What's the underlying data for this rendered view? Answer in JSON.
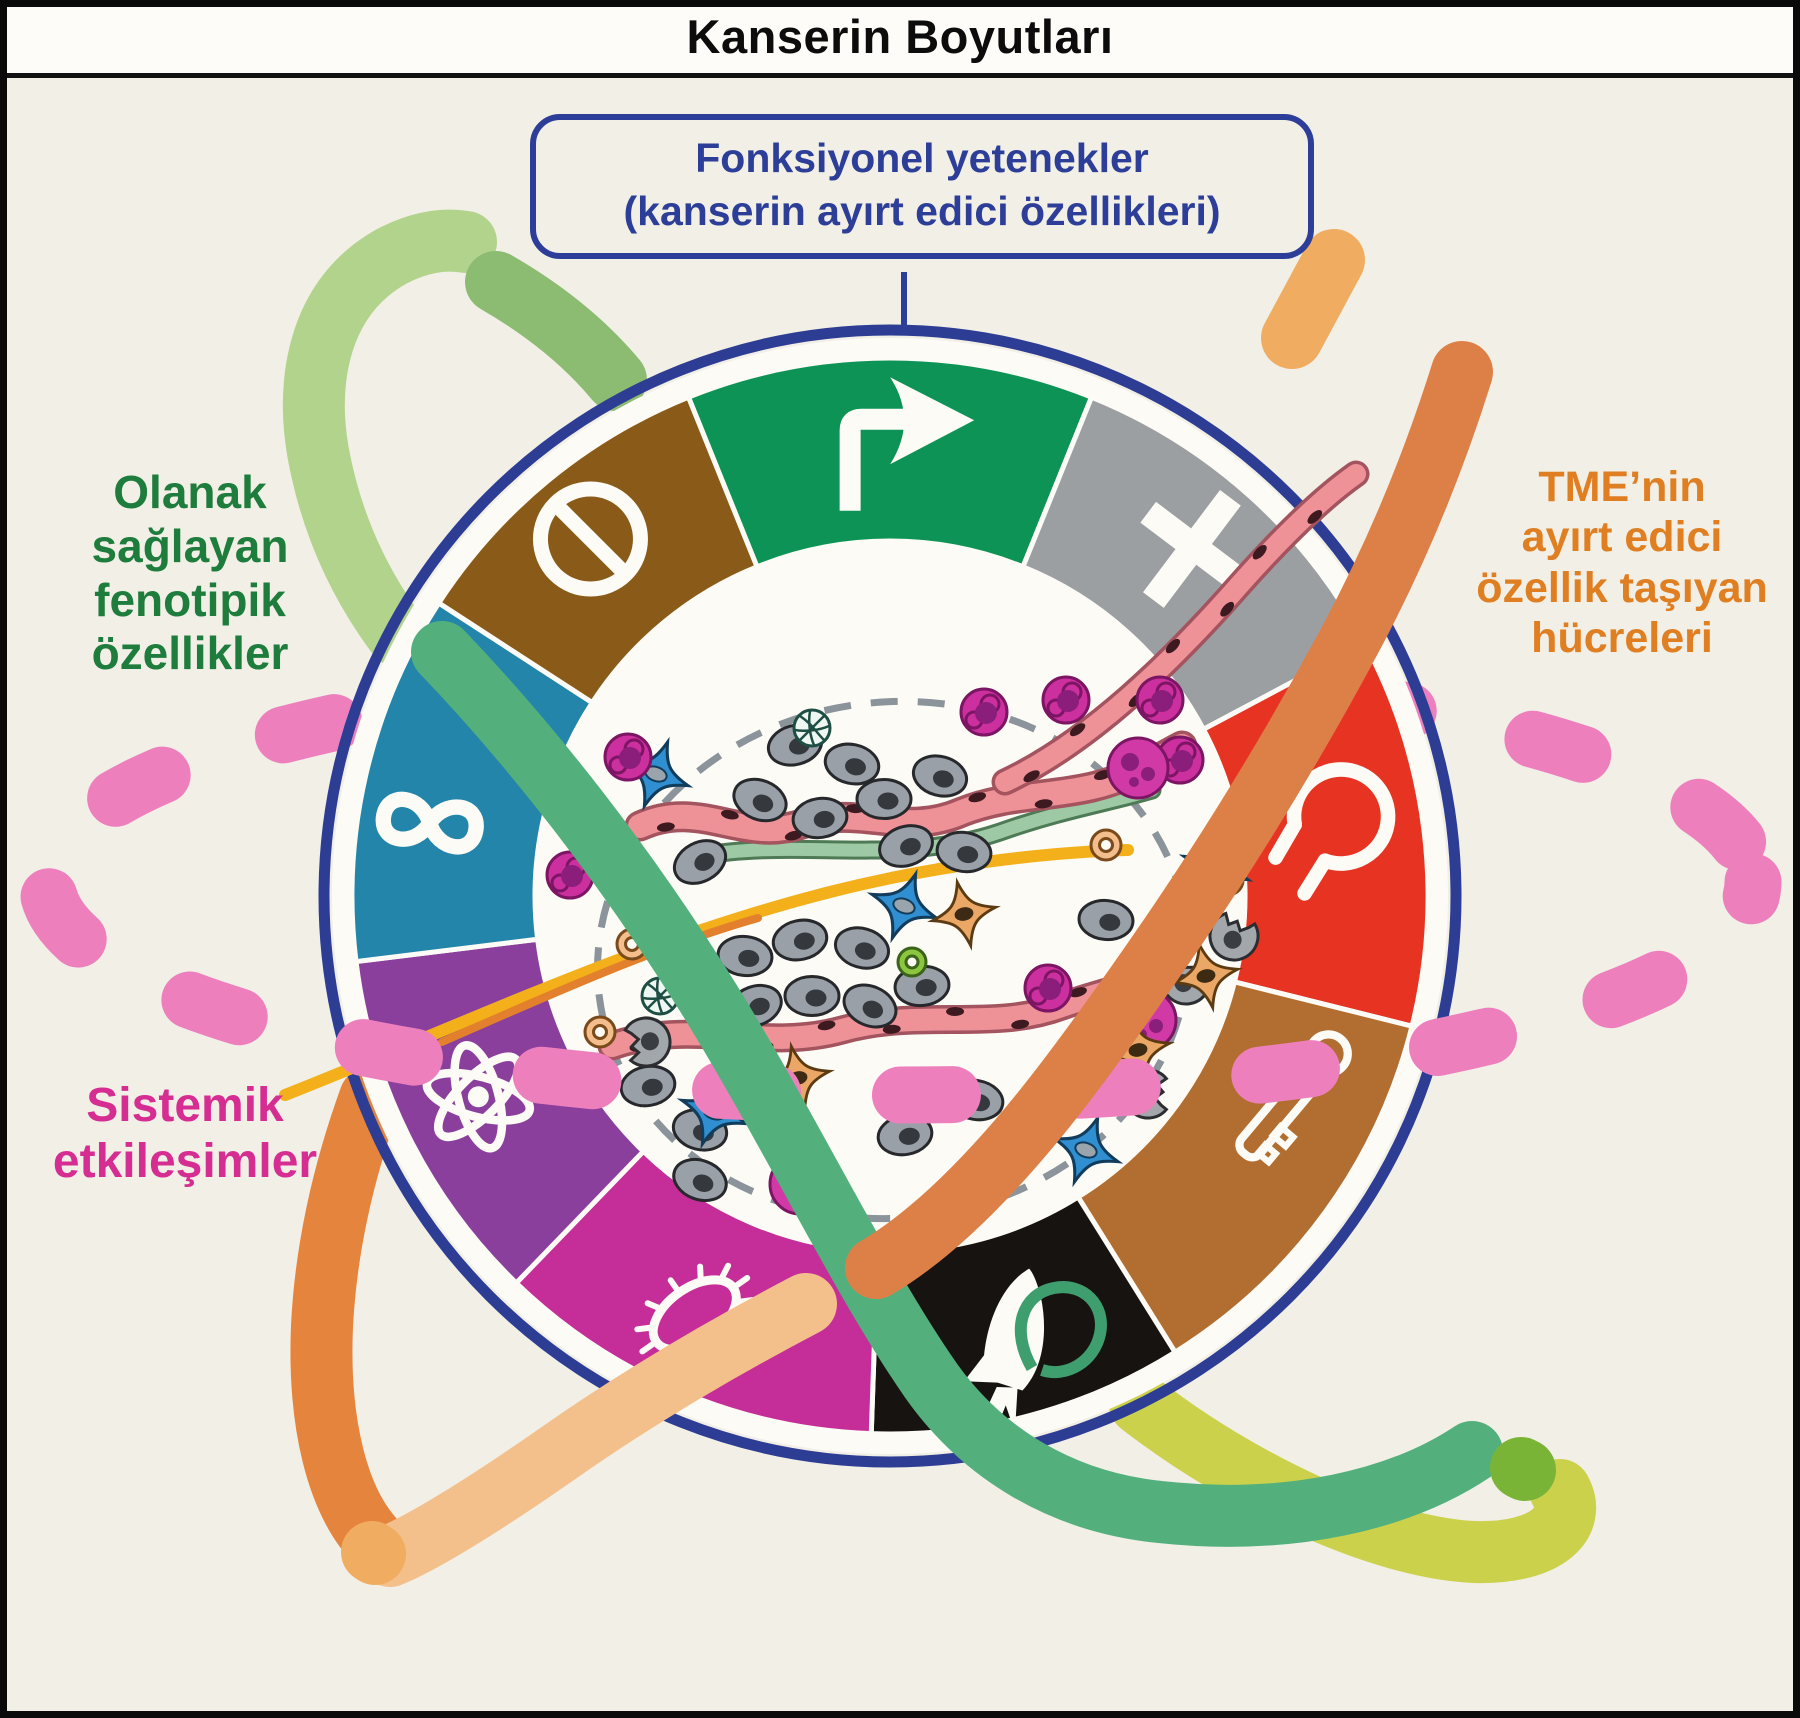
{
  "title": "Kanserin Boyutları",
  "top_box": {
    "text": "Fonksiyonel yetenekler\n(kanserin ayırt edici özellikleri)",
    "color": "#2c3e98"
  },
  "labels": {
    "left": {
      "text": "Olanak\nsağlayan\nfenotipik\nözellikler",
      "color": "#1e7c3c"
    },
    "right": {
      "text": "TME’nin\nayırt edici\nözellik taşıyan\nhücreleri",
      "color": "#e07e22"
    },
    "bottom_left": {
      "text": "Sistemik\netkileşimler",
      "color": "#d62d92"
    }
  },
  "wheel": {
    "ring_color": "#2d3d94",
    "inner_bg": "#fcfbf6",
    "icon_color": "#fcfbf5",
    "segments": [
      {
        "id": "green",
        "icon": "turn-arrow-icon",
        "color": "#0d9355"
      },
      {
        "id": "gray",
        "icon": "cross-icon",
        "color": "#9b9fa2"
      },
      {
        "id": "red",
        "icon": "vessel-loop-icon",
        "color": "#e73322"
      },
      {
        "id": "tan",
        "icon": "key-icon",
        "color": "#b26e31"
      },
      {
        "id": "black",
        "icon": "rocket-icon",
        "color": "#171310"
      },
      {
        "id": "magenta",
        "icon": "bacterium-icon",
        "color": "#c52d98"
      },
      {
        "id": "purple",
        "icon": "atom-icon",
        "color": "#8a3f9d"
      },
      {
        "id": "teal",
        "icon": "infinity-icon",
        "color": "#2285a9"
      },
      {
        "id": "brown",
        "icon": "prohibition-icon",
        "color": "#8a5a18"
      }
    ]
  },
  "orbits": {
    "systemic": {
      "style": "dashed",
      "color": "#ee7fbd"
    },
    "enabling": {
      "light": "#b2d38c",
      "mid": "#8cbb72",
      "sea": "#53b07d",
      "lime": "#7ab437",
      "yellow": "#ccd14c"
    },
    "tme": {
      "dark": "#e5843c",
      "salmon": "#dd8048",
      "light": "#f3c08c",
      "cap": "#f0ad62"
    }
  },
  "illustration": {
    "dash_border": "#8b939b",
    "vessel": "#ef9298",
    "vessel_edge": "#a3545e",
    "vessel_nucleus": "#3c1a20",
    "green_vessel": "#9dc9a4",
    "green_vessel_edge": "#4e7a55",
    "nerve_yellow": "#f3b01a",
    "nerve_orange": "#e2802d",
    "cells": {
      "tumor_gray": {
        "fill": "#9aa0a7",
        "nucleus": "#35383d",
        "edge": "#26282b"
      },
      "immune_bitten": {
        "fill": "#a2a7ab",
        "nucleus": "#3a3d41",
        "edge": "#2b2d30"
      },
      "fibroblast_blue": {
        "fill": "#2f8fd0",
        "nucleus": "#9aa4ad",
        "edge": "#123c5c"
      },
      "immune_magenta": {
        "fill": "#cc2f9e",
        "nucleus": "#8b1e7a",
        "edge": "#7c1563"
      },
      "macrophage_big": {
        "fill": "#d13aa6",
        "nucleus": "#8b1e7a",
        "edge": "#7c1563"
      },
      "stellate_orange": {
        "fill": "#eaa766",
        "nucleus": "#3c2a12",
        "edge": "#5c3a12"
      },
      "donut_orange": {
        "fill": "#f4bd8c",
        "edge": "#7a4a1a"
      },
      "donut_green": {
        "fill": "#8cc63e",
        "edge": "#39641a"
      },
      "lattice_cell": {
        "fill": "#eef7f2",
        "edge": "#1f4f44"
      }
    }
  }
}
